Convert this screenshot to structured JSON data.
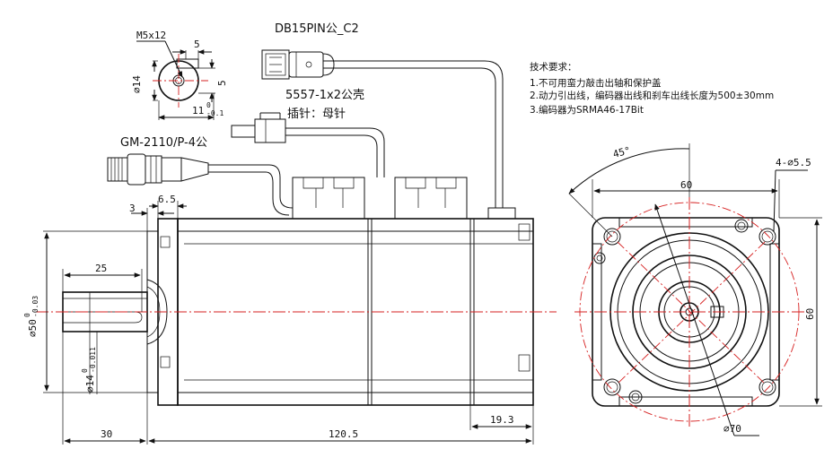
{
  "shaft_detail": {
    "thread": "M5x12",
    "key_width": "5",
    "diameter": "⌀14",
    "key_depth": "5",
    "flat_main": "11",
    "flat_sup": "0",
    "flat_sub": "-0.1"
  },
  "connectors": {
    "encoder": "DB15PIN公_C2",
    "brake": "5557-1x2公壳",
    "brake_pin": "插针：母针",
    "power": "GM-2110/P-4公"
  },
  "tech_notes": {
    "title": "技术要求：",
    "items": [
      "1.不可用蛮力敲击出轴和保护盖",
      "2.动力引出线，编码器出线和刹车出线长度为500±30mm",
      "3.编码器为SRMA46-17Bit"
    ]
  },
  "side_view": {
    "dim_6_5": "6.5",
    "dim_3": "3",
    "dim_25": "25",
    "dim_30": "30",
    "dim_120_5": "120.5",
    "dim_19_3": "19.3",
    "pilot_main": "⌀50",
    "pilot_sup": "0",
    "pilot_sub": "-0.03",
    "shaft_main": "⌀14",
    "shaft_sup": "0",
    "shaft_sub": "-0.011"
  },
  "front_view": {
    "angle": "45°",
    "holes": "4-⌀5.5",
    "width": "60",
    "height": "60",
    "bolt_circle": "⌀70"
  }
}
